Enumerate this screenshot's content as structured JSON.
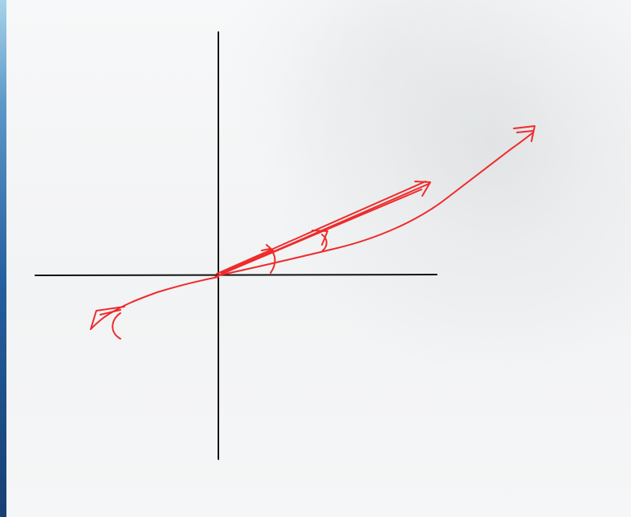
{
  "colors": {
    "axis": "#111111",
    "ink": "#ef2b2b",
    "background": "#f6f7f8",
    "desktop_edge": "#245f9e"
  },
  "diagram": {
    "axes": [
      "horizontal-axis",
      "vertical-axis"
    ],
    "strokes": [
      "vector-arrow-long",
      "vector-arrow-short",
      "vector-arrow-mid",
      "negative-direction-arrow"
    ]
  }
}
